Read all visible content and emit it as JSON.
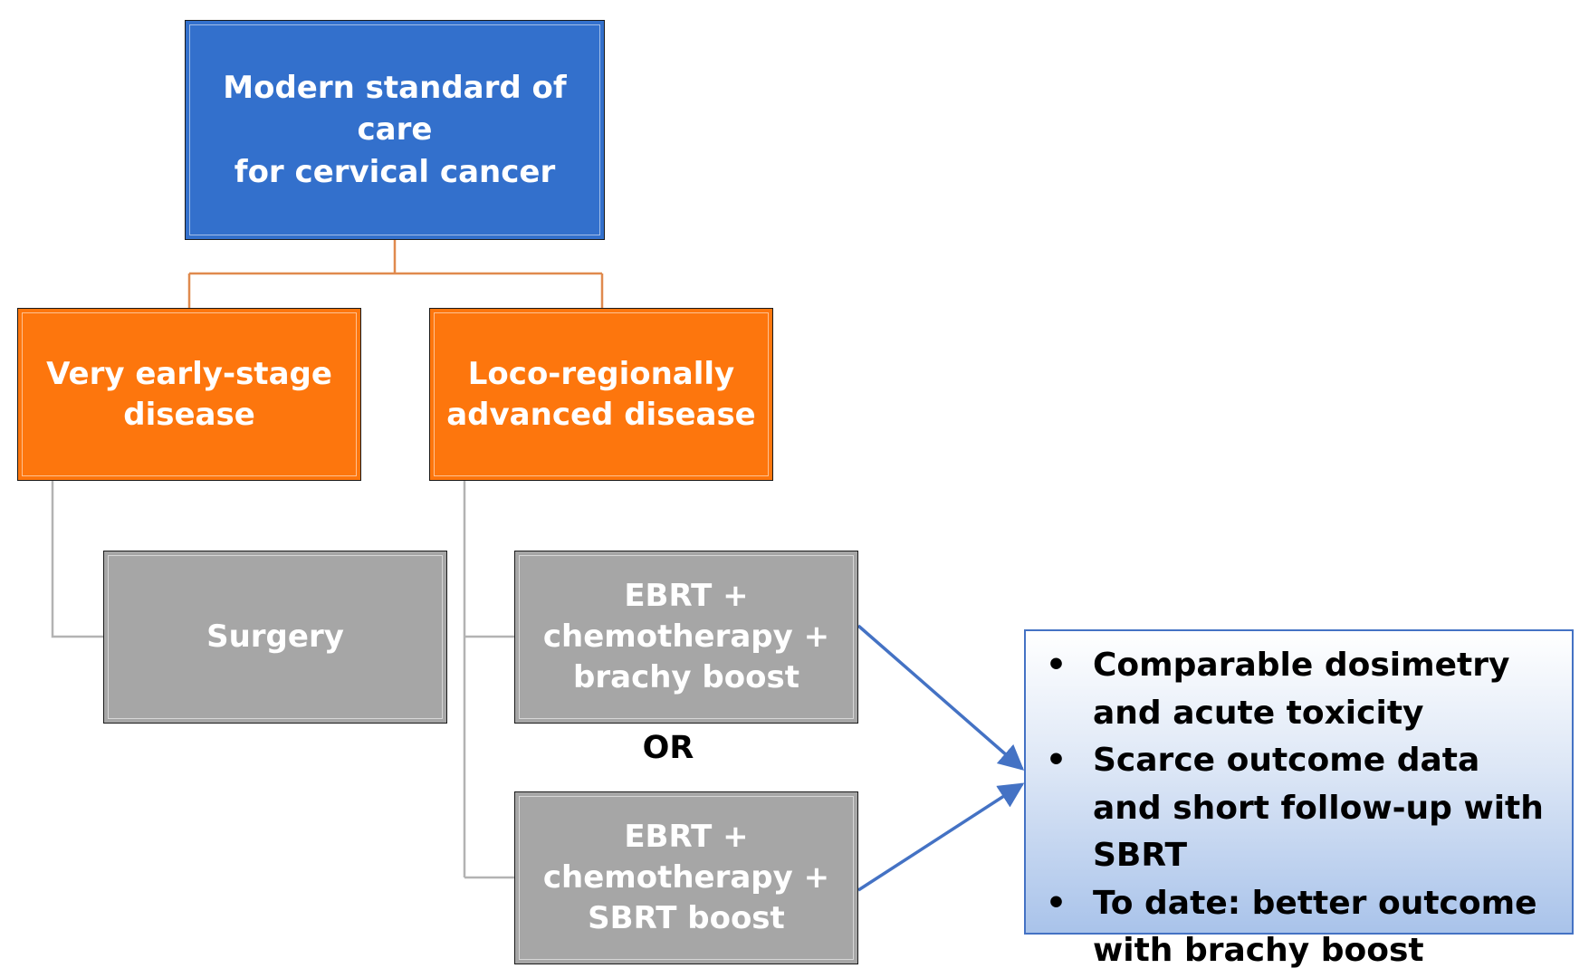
{
  "diagram": {
    "root": {
      "label": "Modern standard of care\nfor cervical cancer"
    },
    "branches": [
      {
        "id": "early",
        "label": "Very early-stage\ndisease"
      },
      {
        "id": "advanced",
        "label": "Loco-regionally\nadvanced disease"
      }
    ],
    "treatments": {
      "surgery": {
        "label": "Surgery"
      },
      "brachy": {
        "label": "EBRT +\nchemotherapy +\nbrachy boost"
      },
      "sbrt": {
        "label": "EBRT +\nchemotherapy +\nSBRT boost"
      }
    },
    "or_label": "OR",
    "outcomes": {
      "bullet_symbol": "•",
      "items": [
        "Comparable dosimetry and acute toxicity",
        "Scarce outcome data and short follow-up with SBRT",
        "To date: better outcome with brachy boost"
      ]
    },
    "colors": {
      "root_fill": "#3370cc",
      "branch_fill": "#fd760d",
      "treatment_fill": "#a6a6a6",
      "orange_connector": "#e08a4e",
      "gray_connector": "#b3b3b3",
      "arrow": "#4472c4",
      "outcome_border": "#4472c4"
    }
  }
}
